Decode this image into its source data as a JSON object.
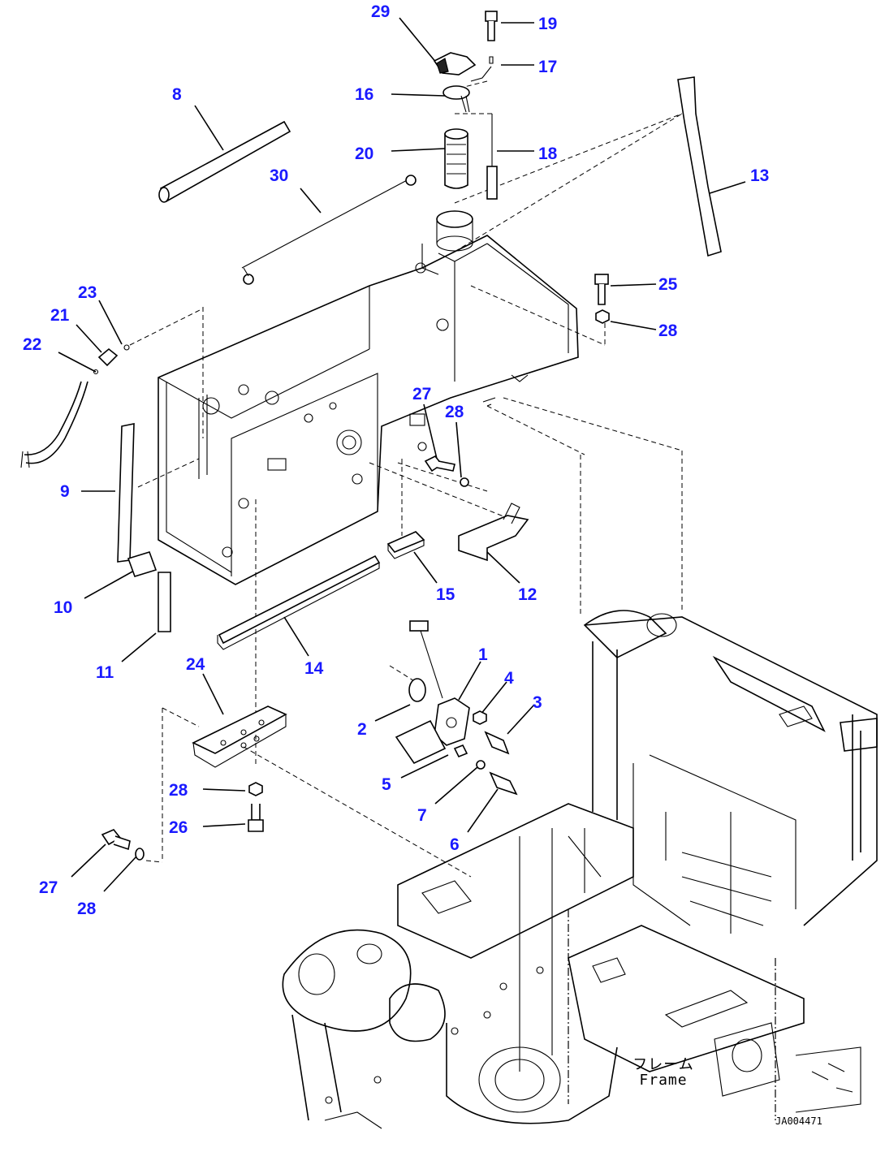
{
  "diagram": {
    "callouts": [
      "1",
      "2",
      "3",
      "4",
      "5",
      "6",
      "7",
      "8",
      "9",
      "10",
      "11",
      "12",
      "13",
      "14",
      "15",
      "16",
      "17",
      "18",
      "19",
      "20",
      "21",
      "22",
      "23",
      "24",
      "25",
      "26",
      "27",
      "28",
      "29",
      "30"
    ],
    "frame_label_jp": "フレーム",
    "frame_label_en": "Frame",
    "drawing_code": "JA004471"
  }
}
